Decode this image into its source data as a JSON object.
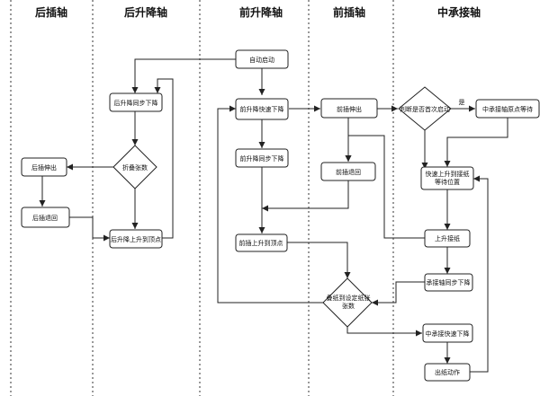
{
  "lanes": [
    {
      "id": "rear_insert",
      "label": "后插轴"
    },
    {
      "id": "rear_lift",
      "label": "后升降轴"
    },
    {
      "id": "front_lift",
      "label": "前升降轴"
    },
    {
      "id": "front_insert",
      "label": "前插轴"
    },
    {
      "id": "middle_carrier",
      "label": "中承接轴"
    }
  ],
  "nodes": {
    "auto_start": "自动启动",
    "front_lift_fast_down": "前升降快速下降",
    "front_insert_extend": "前插伸出",
    "check_first_start": "判断是否首次启动",
    "carrier_origin_wait": "中承接轴原点等待",
    "rear_lift_sync_down": "后升降同步下降",
    "front_lift_sync_down": "前升降同步下降",
    "front_insert_retract": "前插退回",
    "carrier_fast_up_wait": "快速上升到接纸等待位置",
    "rear_insert_extend": "后插伸出",
    "fold_count": "折叠张数",
    "rear_insert_retract": "后插退回",
    "rear_lift_up_top": "后升降上升到顶点",
    "front_lift_up_top": "前插上升到顶点",
    "carrier_up_receive": "上升接纸",
    "carrier_sync_down": "承接轴同步下降",
    "paper_reach_count": "叠纸到设定纸张张数",
    "carrier_fast_down": "中承接快速下降",
    "paper_out": "出纸动作"
  },
  "edge_labels": {
    "yes": "是"
  }
}
